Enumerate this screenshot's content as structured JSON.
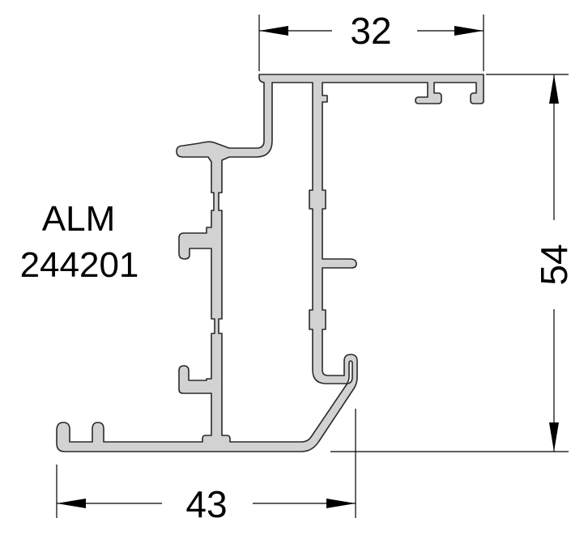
{
  "product": {
    "series": "ALM",
    "code": "244201"
  },
  "dimensions": {
    "top_width": "32",
    "bottom_width": "43",
    "height": "54"
  },
  "colors": {
    "profile_fill": "#d2d2d2",
    "profile_stroke": "#2a2a2a",
    "line": "#000000",
    "background": "#ffffff"
  }
}
